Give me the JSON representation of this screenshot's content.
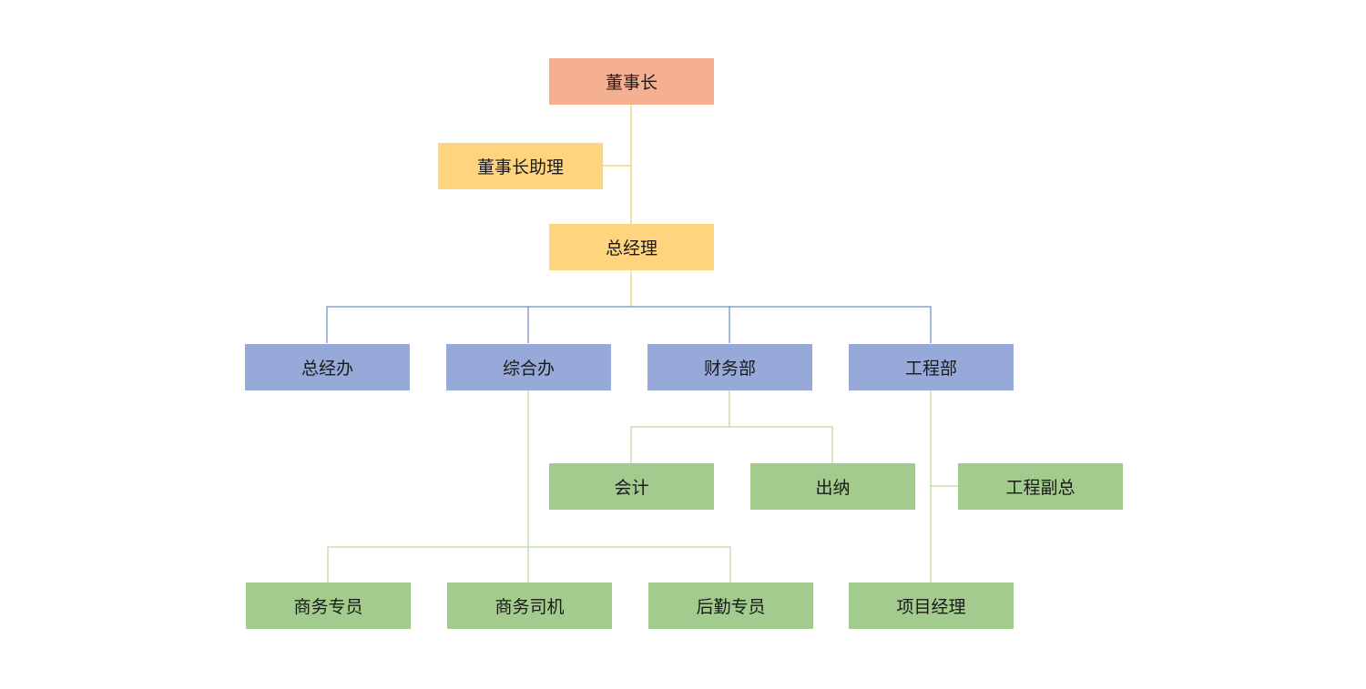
{
  "colors": {
    "chairman": "#F5AF91",
    "executive": "#FFD47F",
    "department": "#97A9D8",
    "staff": "#A2CB8D",
    "line_executive": "#E5C449",
    "line_department": "#4A70B5",
    "line_staff": "#A8D08D"
  },
  "nodes": {
    "chairman": "董事长",
    "chairman_assistant": "董事长助理",
    "general_manager": "总经理",
    "gm_office": "总经办",
    "general_office": "综合办",
    "finance_dept": "财务部",
    "engineering_dept": "工程部",
    "accountant": "会计",
    "cashier": "出纳",
    "deputy_engineering": "工程副总",
    "business_specialist": "商务专员",
    "business_driver": "商务司机",
    "logistics_specialist": "后勤专员",
    "project_manager": "项目经理"
  }
}
